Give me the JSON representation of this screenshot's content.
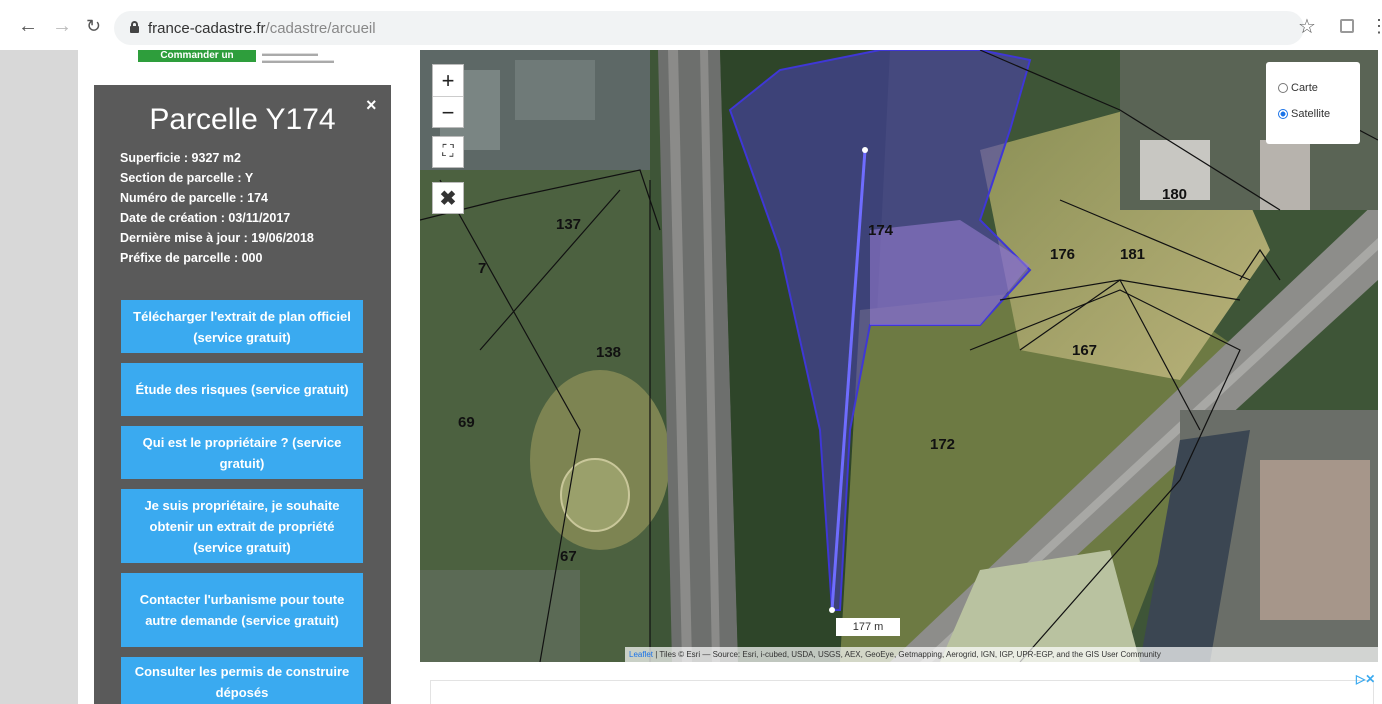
{
  "browser": {
    "url_domain": "france-cadastre.fr",
    "url_path": "/cadastre/arcueil"
  },
  "header": {
    "logo_text": "Commander un"
  },
  "panel": {
    "title": "Parcelle Y174",
    "close_label": "×",
    "info": [
      "Superficie : 9327 m2",
      "Section de parcelle : Y",
      "Numéro de parcelle : 174",
      "Date de création : 03/11/2017",
      "Dernière mise à jour : 19/06/2018",
      "Préfixe de parcelle : 000"
    ],
    "buttons": [
      "Télécharger l'extrait de plan officiel (service gratuit)",
      "Étude des risques (service gratuit)",
      "Qui est le propriétaire ? (service gratuit)",
      "Je suis propriétaire, je souhaite obtenir un extrait de propriété (service gratuit)",
      "Contacter l'urbanisme pour toute autre demande (service gratuit)",
      "Consulter les permis de construire déposés"
    ]
  },
  "map": {
    "zoom_in": "+",
    "zoom_out": "−",
    "layers": {
      "options": [
        "Carte",
        "Satellite"
      ],
      "selected": "Satellite"
    },
    "scale_label": "177 m",
    "attribution_link": "Leaflet",
    "attribution_text": " | Tiles © Esri — Source: Esri, i-cubed, USDA, USGS, AEX, GeoEye, Getmapping, Aerogrid, IGN, IGP, UPR-EGP, and the GIS User Community",
    "parcel_labels": [
      "174",
      "176",
      "181",
      "167",
      "172",
      "137",
      "138",
      "7",
      "69",
      "67",
      "180"
    ]
  },
  "ad_close": "▷✕"
}
